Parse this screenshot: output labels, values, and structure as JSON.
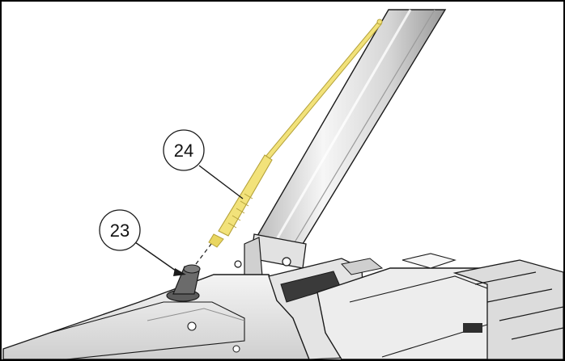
{
  "callouts": [
    {
      "id": "23",
      "label": "23",
      "part": "antenna-base"
    },
    {
      "id": "24",
      "label": "24",
      "part": "antenna-mast"
    }
  ],
  "colors": {
    "antenna": "#f2e27a",
    "antenna_edge": "#b5a23a",
    "base": "#6b6b6b",
    "metal_light": "#ececec",
    "metal_mid": "#cfcfcf",
    "metal_dark": "#8e8e8e",
    "line": "#1a1a1a"
  }
}
